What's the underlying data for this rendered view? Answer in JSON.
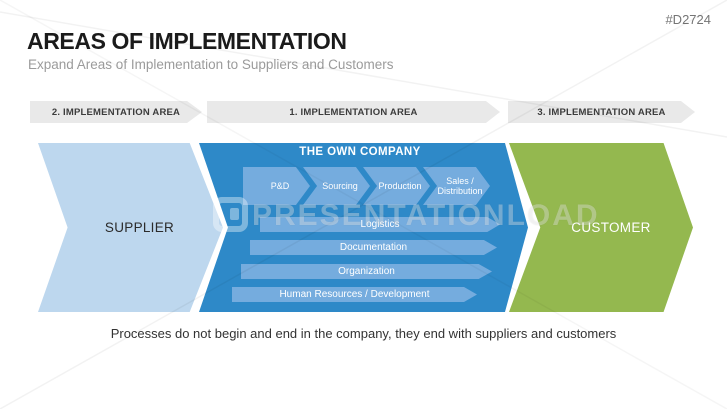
{
  "meta": {
    "slide_id": "#D2724"
  },
  "header": {
    "title": "AREAS OF IMPLEMENTATION",
    "subtitle": "Expand Areas of Implementation to Suppliers and Customers"
  },
  "banners": [
    {
      "label": "2. IMPLEMENTATION AREA"
    },
    {
      "label": "1. IMPLEMENTATION AREA"
    },
    {
      "label": "3. IMPLEMENTATION AREA"
    }
  ],
  "diagram": {
    "supplier_label": "SUPPLIER",
    "customer_label": "CUSTOMER",
    "company_title": "THE OWN COMPANY",
    "process_chevrons": [
      {
        "label": "P&D"
      },
      {
        "label": "Sourcing"
      },
      {
        "label": "Production"
      },
      {
        "label": "Sales / Distribution"
      }
    ],
    "support_bars": [
      {
        "label": "Logistics"
      },
      {
        "label": "Documentation"
      },
      {
        "label": "Organization"
      },
      {
        "label": "Human Resources / Development"
      }
    ],
    "colors": {
      "supplier_fill": "#bdd7ee",
      "company_fill": "#2e89c8",
      "inner_shape_fill": "#75acde",
      "customer_fill": "#94b84f",
      "banner_fill": "#e9e9e9"
    }
  },
  "caption": "Processes do not begin and end in the company, they end with suppliers and customers",
  "watermark": {
    "text": "PRESENTATIONLOAD"
  }
}
